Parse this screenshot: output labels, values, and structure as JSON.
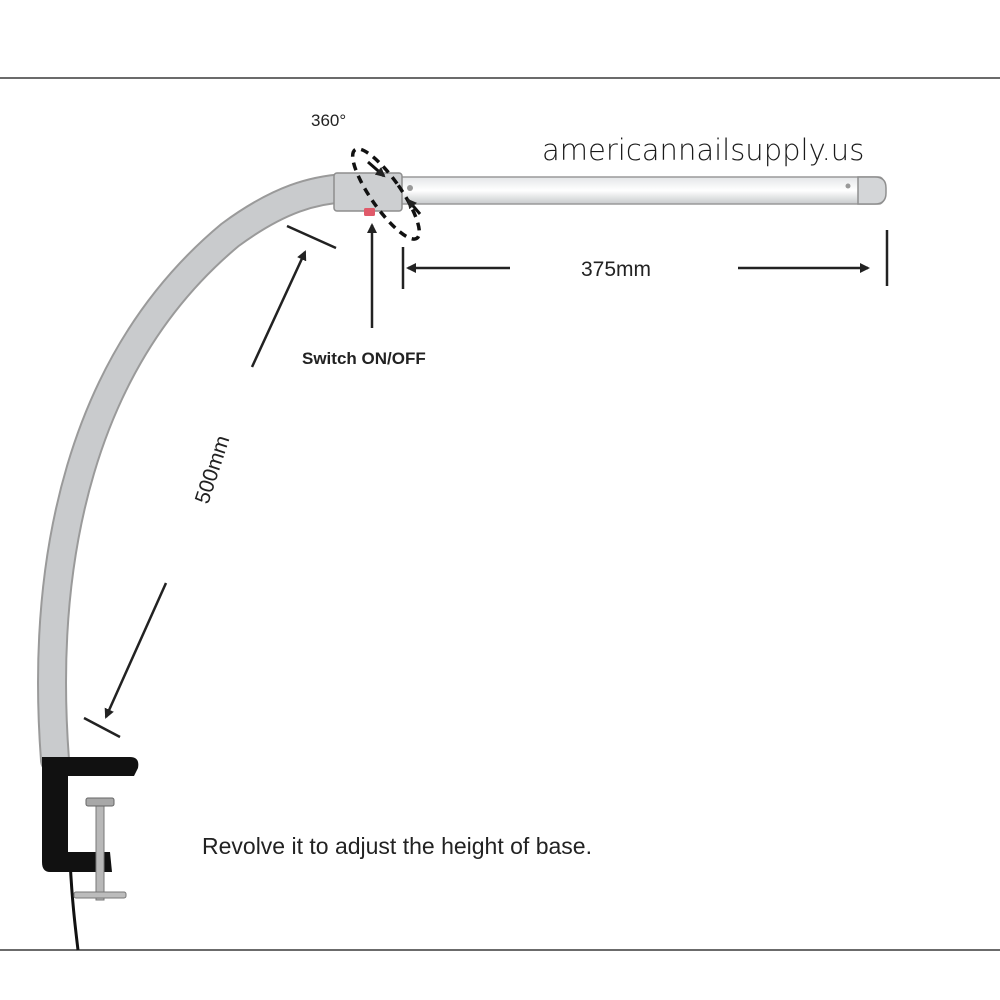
{
  "brand": {
    "text": "americannailsupply.us"
  },
  "labels": {
    "rotation": "360°",
    "switch": "Switch ON/OFF",
    "arm_length": "375mm",
    "neck_length": "500mm",
    "instruction": "Revolve it to adjust the height of base."
  },
  "colors": {
    "frame_line": "#6b6b6b",
    "lamp_body": "#c9cbcd",
    "lamp_outline": "#9a9a9a",
    "clamp": "#111111",
    "switch": "#e05a6a",
    "arrow": "#222222"
  },
  "icons": {
    "rotation": "dashed-ellipse-rotation-icon",
    "clamp": "table-clamp-icon"
  }
}
